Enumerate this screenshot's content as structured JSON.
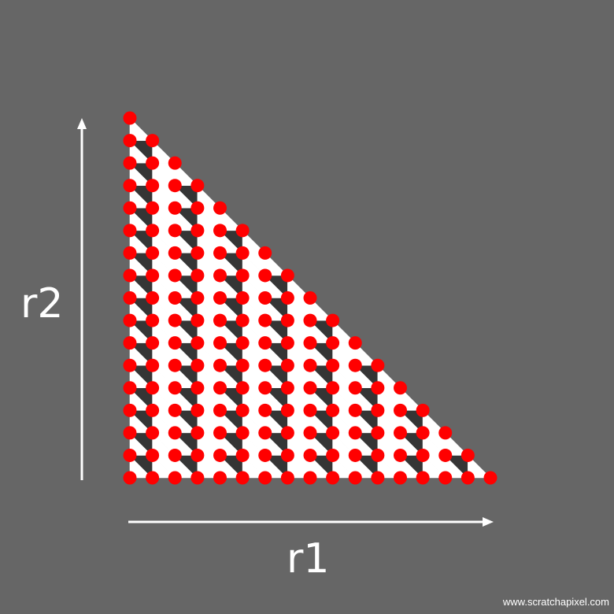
{
  "labels": {
    "vertical_axis": "r2",
    "horizontal_axis": "r1",
    "credit": "www.scratchapixel.com"
  },
  "grid": {
    "subdivisions": 16,
    "description_of_marks": "barycentric sample grid over a right triangle"
  },
  "colors": {
    "background": "#666666",
    "fill_light": "#ffffff",
    "fill_dark": "#353535",
    "point": "#ff0000",
    "axis": "#ffffff"
  },
  "icons": {
    "vertical_arrow": "arrow-up-icon",
    "horizontal_arrow": "arrow-right-icon"
  }
}
